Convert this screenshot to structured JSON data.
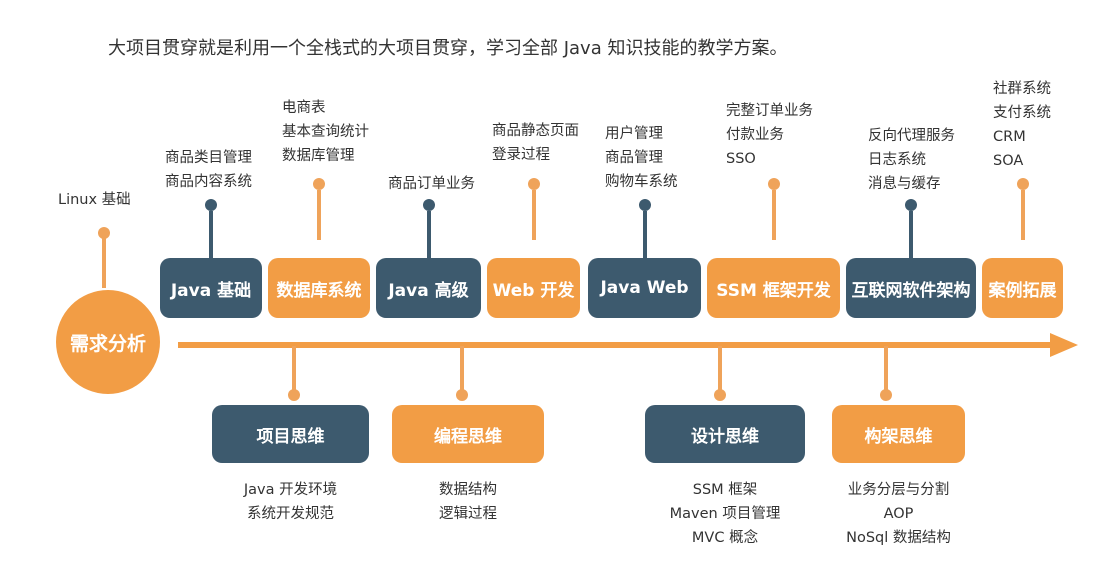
{
  "intro": "大项目贯穿就是利用一个全栈式的大项目贯穿，学习全部 Java 知识技能的教学方案。",
  "start": {
    "label": "需求分析",
    "notes": [
      "Linux 基础"
    ]
  },
  "top_stages": [
    {
      "label": "Java 基础",
      "color": "navy",
      "notes": [
        "商品类目管理",
        "商品内容系统"
      ]
    },
    {
      "label": "数据库系统",
      "color": "orange",
      "notes": [
        "电商表",
        "基本查询统计",
        "数据库管理"
      ]
    },
    {
      "label": "Java 高级",
      "color": "navy",
      "notes": [
        "商品订单业务"
      ]
    },
    {
      "label": "Web 开发",
      "color": "orange",
      "notes": [
        "商品静态页面",
        "登录过程"
      ]
    },
    {
      "label": "Java Web",
      "color": "navy",
      "notes": [
        "用户管理",
        "商品管理",
        "购物车系统"
      ]
    },
    {
      "label": "SSM 框架开发",
      "color": "orange",
      "notes": [
        "完整订单业务",
        "付款业务",
        "SSO"
      ]
    },
    {
      "label": "互联网软件架构",
      "color": "navy",
      "notes": [
        "反向代理服务",
        "日志系统",
        "消息与缓存"
      ]
    },
    {
      "label": "案例拓展",
      "color": "orange",
      "notes": [
        "社群系统",
        "支付系统",
        "CRM",
        "SOA"
      ]
    }
  ],
  "bottom_stages": [
    {
      "label": "项目思维",
      "color": "navy",
      "notes": [
        "Java 开发环境",
        "系统开发规范"
      ]
    },
    {
      "label": "编程思维",
      "color": "orange",
      "notes": [
        "数据结构",
        "逻辑过程"
      ]
    },
    {
      "label": "设计思维",
      "color": "navy",
      "notes": [
        "SSM 框架",
        "Maven 项目管理",
        "MVC 概念"
      ]
    },
    {
      "label": "构架思维",
      "color": "orange",
      "notes": [
        "业务分层与分割",
        "AOP",
        "NoSql 数据结构"
      ]
    }
  ],
  "colors": {
    "navy": "#3d5a6e",
    "orange": "#f29d45"
  }
}
